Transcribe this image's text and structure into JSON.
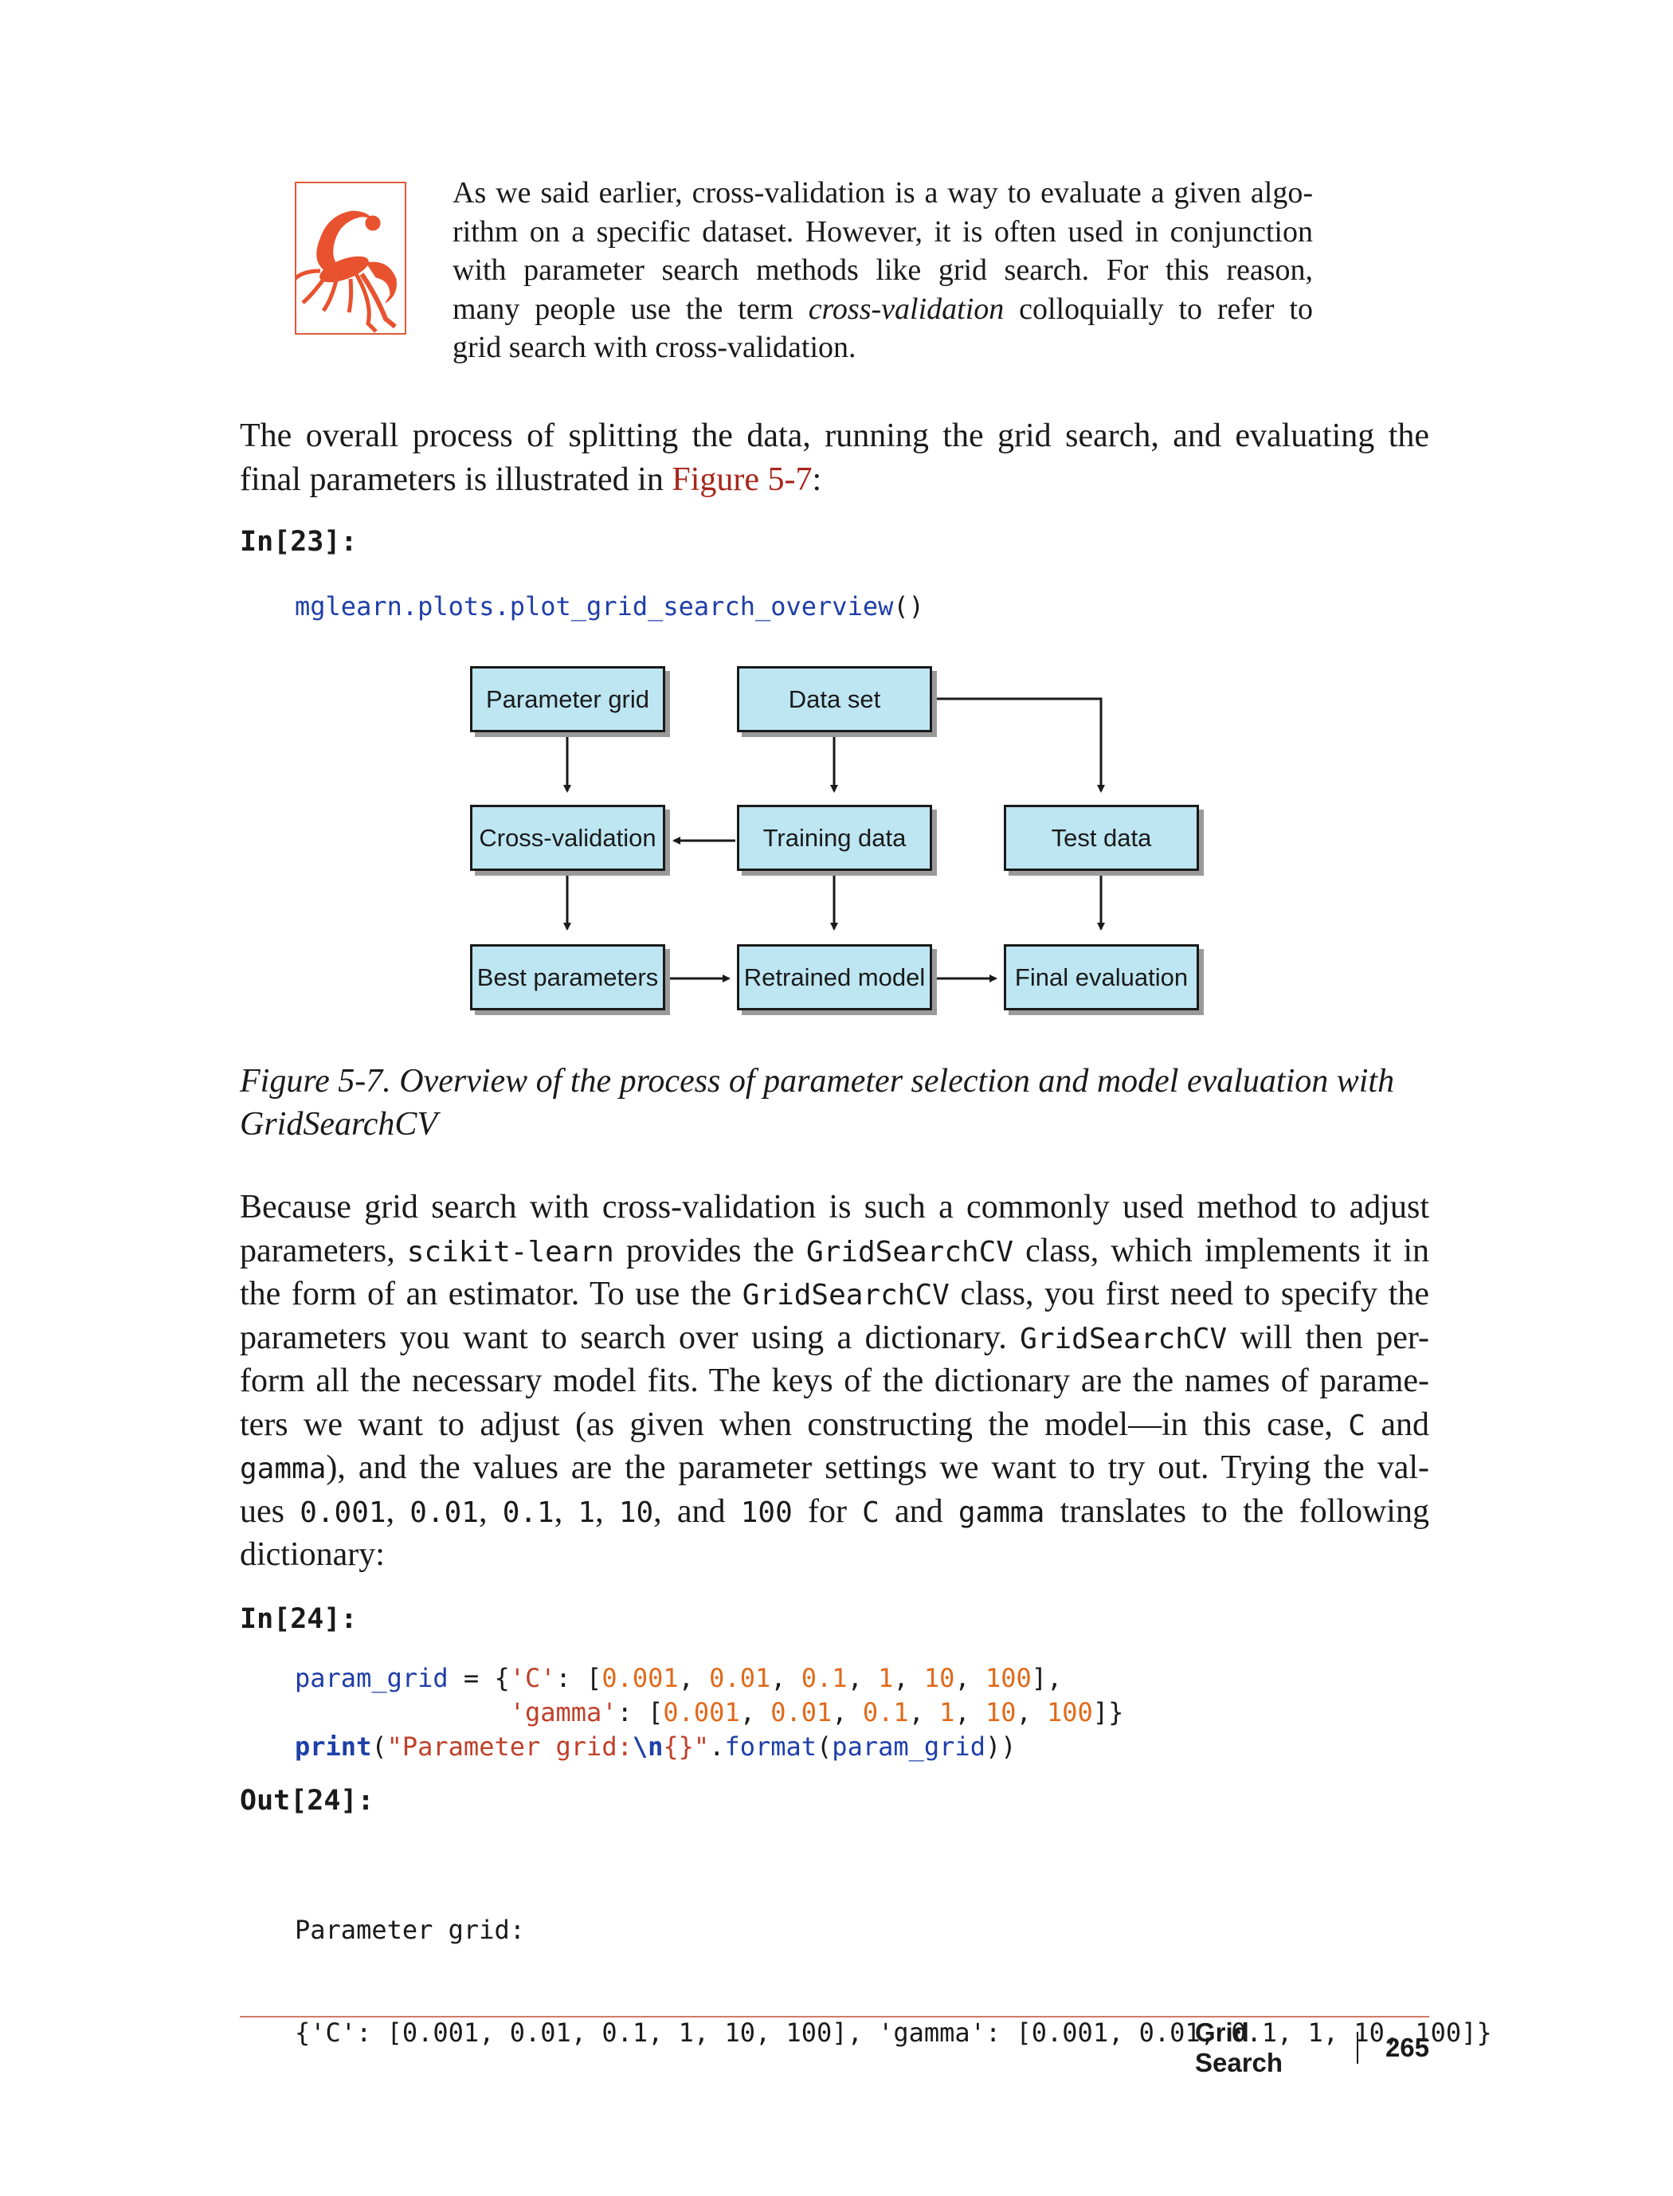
{
  "note": {
    "icon": "scorpion-icon",
    "lines": [
      "As we said earlier, cross-validation is a way to evaluate a given algo-",
      "rithm on a specific dataset. However, it is often used in conjunction",
      "with parameter search methods like grid search. For this reason,",
      [
        "many people use the term ",
        "cross-validation",
        " colloquially to refer to"
      ],
      "grid search with cross-validation."
    ]
  },
  "para1": {
    "line1": "The overall process of splitting the data, running the grid search, and evaluating the",
    "line2_pre": "final parameters is illustrated in ",
    "line2_link": "Figure 5-7",
    "line2_post": ":"
  },
  "in23": {
    "prompt": "In[23]:",
    "code_name": "mglearn.plots.plot_grid_search_overview",
    "code_tail": "()"
  },
  "diagram": {
    "boxes": {
      "parameter_grid": "Parameter grid",
      "data_set": "Data set",
      "cross_validation": "Cross-validation",
      "training_data": "Training data",
      "test_data": "Test data",
      "best_parameters": "Best parameters",
      "retrained_model": "Retrained model",
      "final_evaluation": "Final evaluation"
    },
    "colors": {
      "box_fill": "#bde6f2",
      "box_border": "#1a1a1a",
      "shadow": "#9a9a9a"
    }
  },
  "caption": {
    "line1": "Figure 5-7. Overview of the process of parameter selection and model evaluation with",
    "line2": "GridSearchCV"
  },
  "para2": {
    "lines": [
      [
        [
          "t",
          "Because grid search with cross-validation is such a commonly used method to adjust"
        ]
      ],
      [
        [
          "t",
          "parameters, "
        ],
        [
          "m",
          "scikit-learn"
        ],
        [
          "t",
          " provides the "
        ],
        [
          "m",
          "GridSearchCV"
        ],
        [
          "t",
          " class, which implements it in"
        ]
      ],
      [
        [
          "t",
          "the form of an estimator. To use the "
        ],
        [
          "m",
          "GridSearchCV"
        ],
        [
          "t",
          " class, you first need to specify the"
        ]
      ],
      [
        [
          "t",
          "parameters you want to search over using a dictionary. "
        ],
        [
          "m",
          "GridSearchCV"
        ],
        [
          "t",
          " will then per-"
        ]
      ],
      [
        [
          "t",
          "form all the necessary model fits. The keys of the dictionary are the names of parame-"
        ]
      ],
      [
        [
          "t",
          "ters we want to adjust (as given when constructing the model—in this case, "
        ],
        [
          "m",
          "C"
        ],
        [
          "t",
          " and"
        ]
      ],
      [
        [
          "m",
          "gamma"
        ],
        [
          "t",
          "), and the values are the parameter settings we want to try out. Trying the val-"
        ]
      ],
      [
        [
          "t",
          "ues "
        ],
        [
          "m",
          "0.001"
        ],
        [
          "t",
          ", "
        ],
        [
          "m",
          "0.01"
        ],
        [
          "t",
          ", "
        ],
        [
          "m",
          "0.1"
        ],
        [
          "t",
          ", "
        ],
        [
          "m",
          "1"
        ],
        [
          "t",
          ", "
        ],
        [
          "m",
          "10"
        ],
        [
          "t",
          ", and "
        ],
        [
          "m",
          "100"
        ],
        [
          "t",
          " for "
        ],
        [
          "m",
          "C"
        ],
        [
          "t",
          " and "
        ],
        [
          "m",
          "gamma"
        ],
        [
          "t",
          " translates to the following"
        ]
      ],
      [
        [
          "t",
          "dictionary:"
        ]
      ]
    ]
  },
  "in24": {
    "prompt": "In[24]:",
    "code_lines": [
      [
        [
          "n",
          "param_grid"
        ],
        [
          "p",
          " = {"
        ],
        [
          "s",
          "'C'"
        ],
        [
          "p",
          ": ["
        ],
        [
          "d",
          "0.001"
        ],
        [
          "p",
          ", "
        ],
        [
          "d",
          "0.01"
        ],
        [
          "p",
          ", "
        ],
        [
          "d",
          "0.1"
        ],
        [
          "p",
          ", "
        ],
        [
          "d",
          "1"
        ],
        [
          "p",
          ", "
        ],
        [
          "d",
          "10"
        ],
        [
          "p",
          ", "
        ],
        [
          "d",
          "100"
        ],
        [
          "p",
          "],"
        ]
      ],
      [
        [
          "p",
          "              "
        ],
        [
          "s",
          "'gamma'"
        ],
        [
          "p",
          ": ["
        ],
        [
          "d",
          "0.001"
        ],
        [
          "p",
          ", "
        ],
        [
          "d",
          "0.01"
        ],
        [
          "p",
          ", "
        ],
        [
          "d",
          "0.1"
        ],
        [
          "p",
          ", "
        ],
        [
          "d",
          "1"
        ],
        [
          "p",
          ", "
        ],
        [
          "d",
          "10"
        ],
        [
          "p",
          ", "
        ],
        [
          "d",
          "100"
        ],
        [
          "p",
          "]}"
        ]
      ],
      [
        [
          "k",
          "print"
        ],
        [
          "p",
          "("
        ],
        [
          "s",
          "\"Parameter grid:"
        ],
        [
          "k",
          "\\n"
        ],
        [
          "s",
          "{}\""
        ],
        [
          "p",
          "."
        ],
        [
          "n",
          "format"
        ],
        [
          "p",
          "("
        ],
        [
          "n",
          "param_grid"
        ],
        [
          "p",
          "))"
        ]
      ]
    ]
  },
  "out24": {
    "prompt": "Out[24]:",
    "lines": [
      "Parameter grid:",
      "{'C': [0.001, 0.01, 0.1, 1, 10, 100], 'gamma': [0.001, 0.01, 0.1, 1, 10, 100]}"
    ]
  },
  "footer": {
    "section": "Grid Search",
    "page": "265"
  }
}
